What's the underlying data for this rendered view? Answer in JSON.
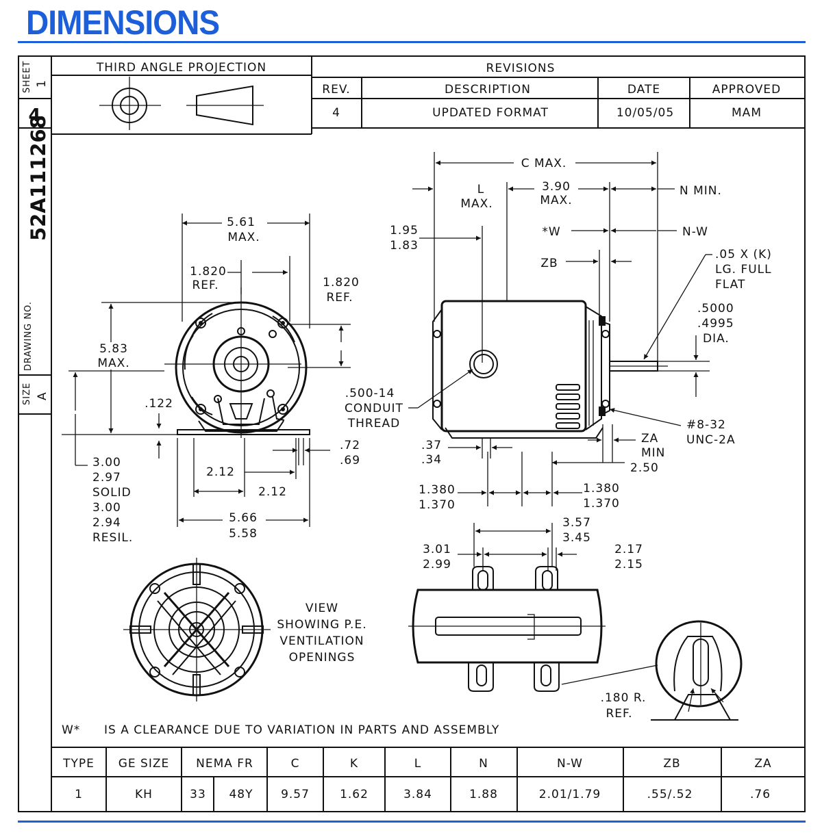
{
  "title": "DIMENSIONS",
  "colors": {
    "accent": "#1d5fd8",
    "ink": "#111111"
  },
  "sidebar": {
    "sheet_label": "SHEET",
    "sheet_value": "1",
    "sheet_number": "4",
    "drawing_number": "52A111268",
    "drawing_no_label": "DRAWING NO.",
    "size_label": "SIZE",
    "size_value": "A"
  },
  "projection": {
    "label": "THIRD ANGLE PROJECTION"
  },
  "revisions": {
    "title": "REVISIONS",
    "headers": [
      "REV.",
      "DESCRIPTION",
      "DATE",
      "APPROVED"
    ],
    "row": [
      "4",
      "UPDATED FORMAT",
      "10/05/05",
      "MAM"
    ]
  },
  "front_view": {
    "w_561": "5.61",
    "max": "MAX.",
    "ref1820a": "1.820",
    "ref": "REF.",
    "ref1820b": "1.820",
    "h583": "5.83",
    "d122": ".122",
    "s300": "3.00",
    "s297": "2.97",
    "solid": "SOLID",
    "r300": "3.00",
    "r294": "2.94",
    "resil": "RESIL.",
    "d212a": "2.12",
    "d212b": "2.12",
    "d566": "5.66",
    "d558": "5.58",
    "d72": ".72",
    "d69": ".69"
  },
  "side_view": {
    "c_max": "C MAX.",
    "l": "L",
    "l_max": "MAX.",
    "d390": "3.90",
    "d390_max": "MAX.",
    "n_min": "N MIN.",
    "d195": "1.95",
    "d183": "1.83",
    "w": "*W",
    "nw": "N-W",
    "zb": "ZB",
    "flat1": ".05 X (K)",
    "flat2": "LG. FULL",
    "flat3": "FLAT",
    "dia1": ".5000",
    "dia2": ".4995",
    "dia3": "DIA.",
    "conduit1": ".500-14",
    "conduit2": "CONDUIT",
    "conduit3": "THREAD",
    "screw1": "#8-32",
    "screw2": "UNC-2A",
    "za": "ZA",
    "za_min": "MIN",
    "za_val": "2.50",
    "d37": ".37",
    "d34": ".34",
    "d1380a": "1.380",
    "d1370a": "1.370",
    "d1380b": "1.380",
    "d1370b": "1.370"
  },
  "bottom_view": {
    "d357": "3.57",
    "d345": "3.45",
    "d301": "3.01",
    "d299": "2.99",
    "d217": "2.17",
    "d215": "2.15",
    "r180": ".180 R.",
    "r180_ref": "REF."
  },
  "end_view": {
    "caption1": "VIEW",
    "caption2": "SHOWING P.E.",
    "caption3": "VENTILATION",
    "caption4": "OPENINGS"
  },
  "note": {
    "marker": "W*",
    "text": "IS A CLEARANCE DUE TO VARIATION IN PARTS AND ASSEMBLY"
  },
  "spec_table": {
    "headers": [
      "TYPE",
      "GE SIZE",
      "NEMA FR",
      "C",
      "K",
      "L",
      "N",
      "N-W",
      "ZB",
      "ZA"
    ],
    "row": [
      "1",
      "KH",
      "33",
      "48Y",
      "9.57",
      "1.62",
      "3.84",
      "1.88",
      "2.01/1.79",
      ".55/.52",
      ".76"
    ]
  }
}
